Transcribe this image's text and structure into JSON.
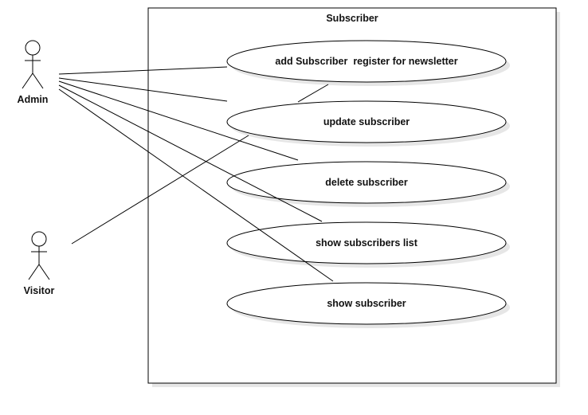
{
  "system": {
    "title": "Subscriber"
  },
  "actors": {
    "admin": {
      "label": "Admin"
    },
    "visitor": {
      "label": "Visitor"
    }
  },
  "use_cases": {
    "add": {
      "label": "add Subscriber  register for newsletter"
    },
    "update": {
      "label": "update subscriber"
    },
    "delete": {
      "label": "delete subscriber"
    },
    "list": {
      "label": "show subscribers list"
    },
    "show": {
      "label": "show subscriber"
    }
  },
  "associations": [
    {
      "from": "Admin",
      "to": "add Subscriber  register for newsletter"
    },
    {
      "from": "Admin",
      "to": "update subscriber"
    },
    {
      "from": "Admin",
      "to": "delete subscriber"
    },
    {
      "from": "Admin",
      "to": "show subscribers list"
    },
    {
      "from": "Admin",
      "to": "show subscriber"
    },
    {
      "from": "Visitor",
      "to": "add Subscriber  register for newsletter"
    }
  ],
  "colors": {
    "line": "#000000",
    "shadow": "#e6e6e6",
    "background": "#ffffff"
  }
}
